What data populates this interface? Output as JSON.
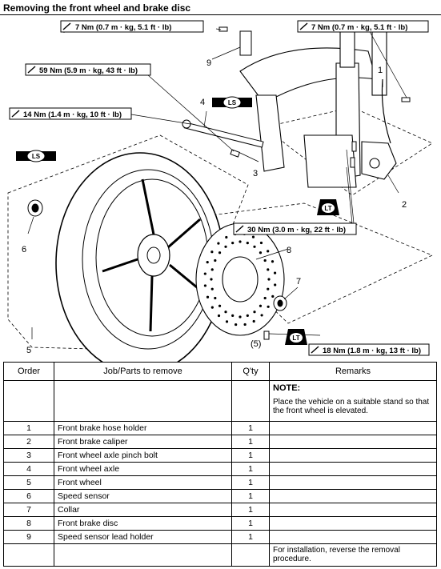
{
  "title": "Removing the front wheel and brake disc",
  "torques": {
    "t1": "7 Nm (0.7 m · kg, 5.1 ft · lb)",
    "t2": "7 Nm (0.7 m · kg, 5.1 ft · lb)",
    "t3": "59 Nm (5.9 m · kg, 43 ft · lb)",
    "t4": "14 Nm (1.4 m · kg, 10 ft · lb)",
    "t5": "30 Nm (3.0 m · kg, 22 ft · lb)",
    "t6": "18 Nm (1.8 m · kg, 13 ft · lb)"
  },
  "callouts": {
    "c1": "1",
    "c2": "2",
    "c3": "3",
    "c4": "4",
    "c5": "5",
    "c6": "6",
    "c7": "7",
    "c8": "8",
    "c9": "9",
    "c5p": "(5)"
  },
  "symbols": {
    "ls": "LS",
    "lt": "LT"
  },
  "table": {
    "headers": {
      "order": "Order",
      "job": "Job/Parts to remove",
      "qty": "Q'ty",
      "remarks": "Remarks"
    },
    "note_heading": "NOTE:",
    "note_text": "Place the vehicle on a suitable stand so that the front wheel is elevated.",
    "rows": [
      {
        "order": "1",
        "job": "Front brake hose holder",
        "qty": "1"
      },
      {
        "order": "2",
        "job": "Front brake caliper",
        "qty": "1"
      },
      {
        "order": "3",
        "job": "Front wheel axle pinch bolt",
        "qty": "1"
      },
      {
        "order": "4",
        "job": "Front wheel axle",
        "qty": "1"
      },
      {
        "order": "5",
        "job": "Front wheel",
        "qty": "1"
      },
      {
        "order": "6",
        "job": "Speed sensor",
        "qty": "1"
      },
      {
        "order": "7",
        "job": "Collar",
        "qty": "1"
      },
      {
        "order": "8",
        "job": "Front brake disc",
        "qty": "1"
      },
      {
        "order": "9",
        "job": "Speed sensor lead holder",
        "qty": "1"
      }
    ],
    "footer_remark": "For installation, reverse the removal procedure."
  }
}
